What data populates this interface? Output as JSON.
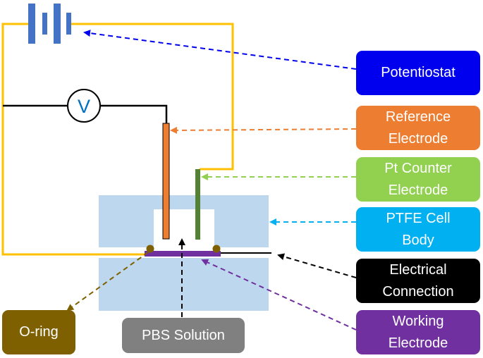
{
  "labels": {
    "potentiostat": "Potentiostat",
    "reference_electrode": "Reference\nElectrode",
    "pt_counter_electrode": "Pt Counter\nElectrode",
    "ptfe_cell_body": "PTFE Cell\nBody",
    "electrical_connection": "Electrical\nConnection",
    "working_electrode": "Working\nElectrode",
    "o_ring": "O-ring",
    "pbs_solution": "PBS Solution"
  },
  "voltmeter_symbol": "V",
  "colors": {
    "potentiostat": "#0000ee",
    "reference_electrode": "#ed7d31",
    "pt_counter_electrode": "#92d050",
    "ptfe_cell_body": "#00b0f0",
    "electrical_connection": "#000000",
    "working_electrode": "#7030a0",
    "o_ring": "#7f6000",
    "pbs_solution": "#808080",
    "battery": "#4472c4",
    "cell_body_fill": "#bdd7ee",
    "wire_yellow": "#ffc000",
    "counter_electrode_rod": "#548235"
  },
  "icons": [
    "battery-icon",
    "voltmeter-icon"
  ]
}
